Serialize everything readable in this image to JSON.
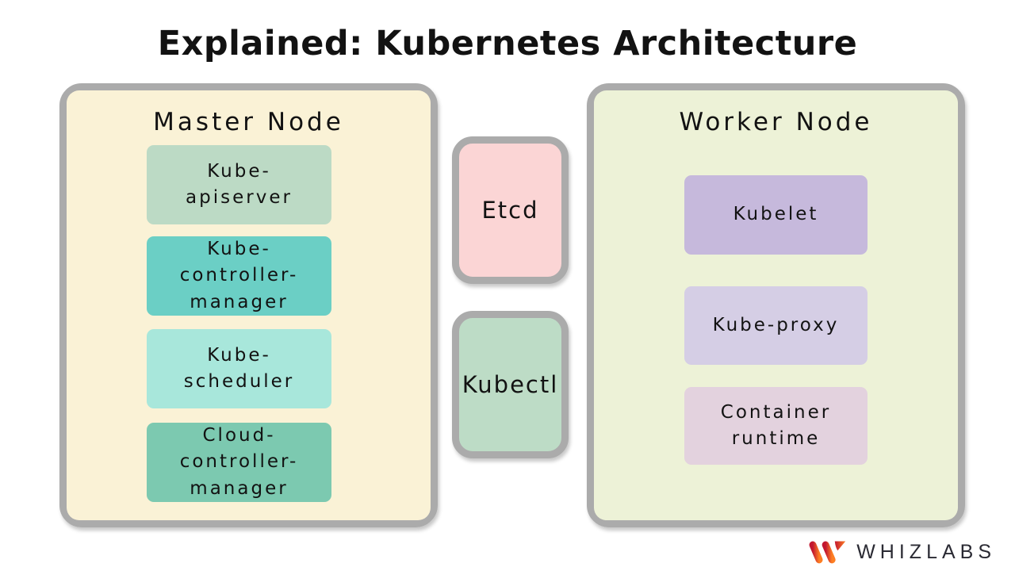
{
  "title": "Explained: Kubernetes Architecture",
  "border_color": "#ABABAB",
  "master_node": {
    "title": "Master Node",
    "background": "#FAF2D6",
    "components": [
      {
        "label": "Kube-apiserver",
        "color": "#BCDAC5"
      },
      {
        "label": "Kube-controller-manager",
        "color": "#6BCFC5"
      },
      {
        "label": "Kube-scheduler",
        "color": "#A8E7DB"
      },
      {
        "label": "Cloud-controller-manager",
        "color": "#7CC9B0"
      }
    ]
  },
  "middle_components": [
    {
      "label": "Etcd",
      "color": "#FBD5D5"
    },
    {
      "label": "Kubectl",
      "color": "#BDDCC6"
    }
  ],
  "worker_node": {
    "title": "Worker Node",
    "background": "#EDF2D7",
    "components": [
      {
        "label": "Kubelet",
        "color": "#C6B9DC"
      },
      {
        "label": "Kube-proxy",
        "color": "#D5CEE5"
      },
      {
        "label": "Container runtime",
        "color": "#E3D2DE"
      }
    ]
  },
  "branding": {
    "name": "WHIZLABS",
    "logo_color_start": "#C21731",
    "logo_color_end": "#FD7E23",
    "text_color": "#2A2A33"
  }
}
